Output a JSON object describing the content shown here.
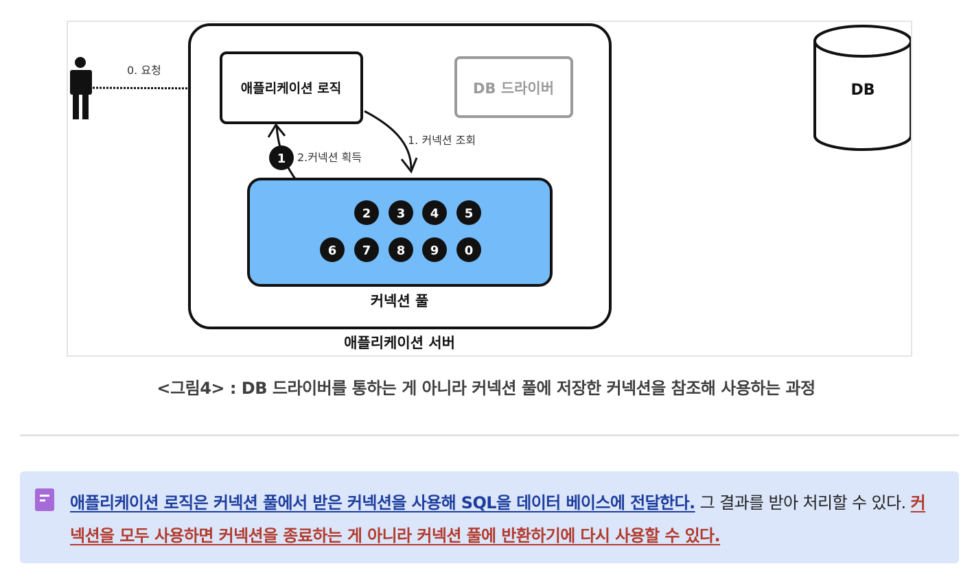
{
  "diagram": {
    "user_request_label": "0. 요청",
    "app_logic_label": "애플리케이션 로직",
    "db_driver_label": "DB 드라이버",
    "db_label": "DB",
    "lookup_label": "1. 커넥션 조회",
    "acquire_label": "2.커넥션 획득",
    "acquired_connection": "1",
    "pool_connections_row1": [
      "2",
      "3",
      "4",
      "5"
    ],
    "pool_connections_row2": [
      "6",
      "7",
      "8",
      "9",
      "0"
    ],
    "pool_label": "커넥션 풀",
    "server_label": "애플리케이션 서버",
    "colors": {
      "pool_fill": "#74bcf9",
      "driver_gray": "#9a9a9a",
      "connection_black": "#111111"
    }
  },
  "caption": "<그림4> : DB 드라이버를 통하는 게 아니라 커넥션 풀에 저장한 커넥션을 참조해 사용하는 과정",
  "callout": {
    "icon": "note-icon",
    "highlight_blue": "애플리케이션 로직은 커넥션 풀에서 받은 커넥션을 사용해 SQL을 데이터 베이스에 전달한다.",
    "text_plain": " 그 결과를 받아 처리할 수 있다. ",
    "highlight_red": "커넥션을 모두 사용하면 커넥션을 종료하는 게 아니라 커넥션 풀에 반환하기에 다시 사용할 수 있다."
  }
}
